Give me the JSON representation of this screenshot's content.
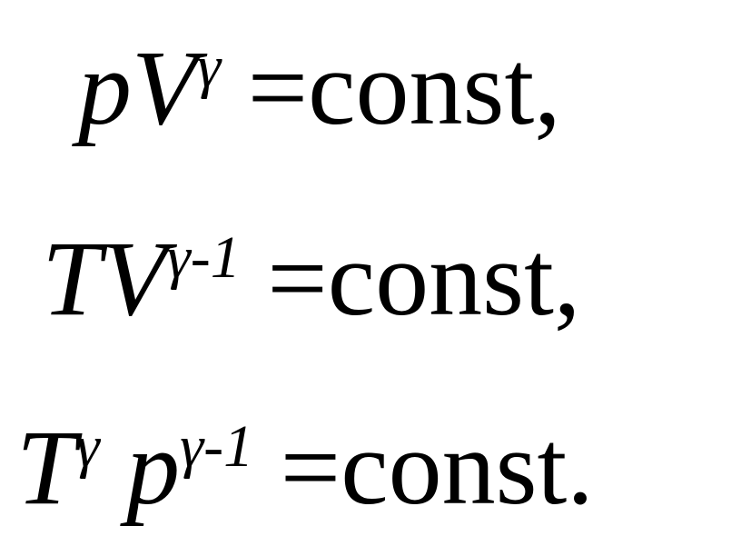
{
  "equations": [
    {
      "base1": "pV",
      "exp1": "γ",
      "equals": "=",
      "rhs": "const,"
    },
    {
      "base1": "TV",
      "exp1": "γ-1",
      "equals": "=",
      "rhs": "const,"
    },
    {
      "base1": "T",
      "exp1": "γ",
      "base2": "p",
      "exp2": "γ-1",
      "equals": "=",
      "rhs": "const."
    }
  ]
}
